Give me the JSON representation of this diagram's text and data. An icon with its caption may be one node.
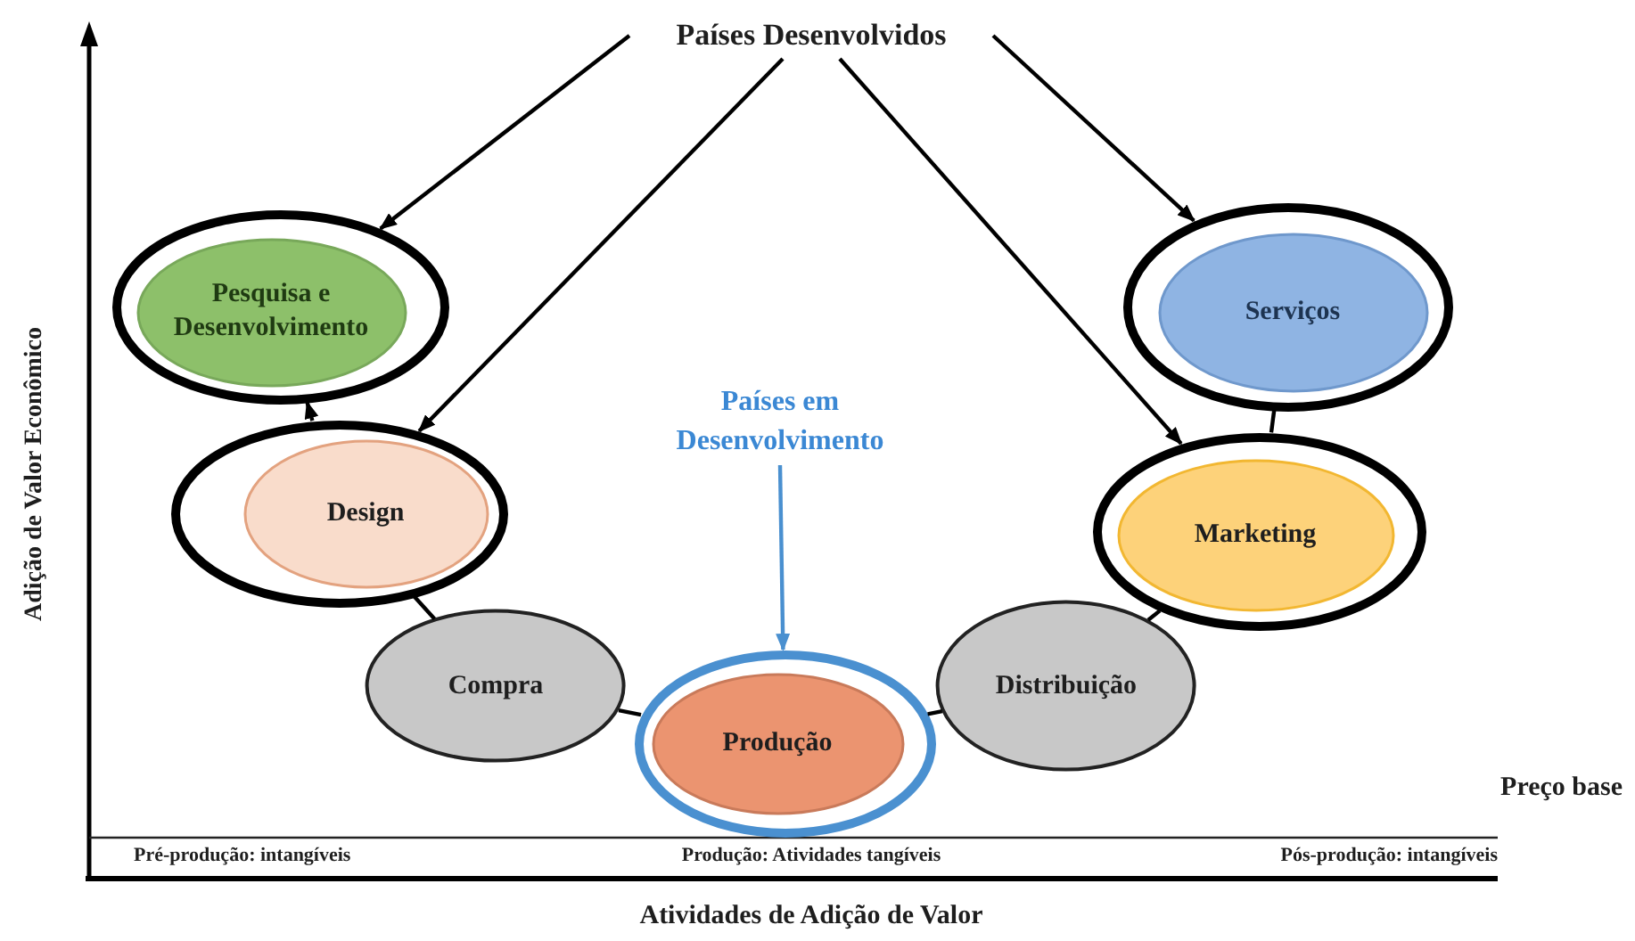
{
  "diagram": {
    "nodes": [
      {
        "text": [
          "Países Desenvolvidos"
        ]
      },
      {
        "text": [
          "Pesquisa e Desenvolvimento"
        ]
      },
      {
        "text": [
          "Design"
        ]
      },
      {
        "text": [
          "Compra"
        ]
      },
      {
        "text": [
          "Produção"
        ]
      },
      {
        "text": [
          "Distribuição"
        ]
      },
      {
        "text": [
          "Marketing"
        ]
      },
      {
        "text": [
          "Serviços"
        ]
      },
      {
        "text": [
          "Países em Desenvolvimento"
        ]
      }
    ],
    "edges": [
      {
        "from": 0,
        "to": 1,
        "arrow": "to"
      },
      {
        "from": 0,
        "to": 2,
        "arrow": "to"
      },
      {
        "from": 0,
        "to": 6,
        "arrow": "to"
      },
      {
        "from": 0,
        "to": 7,
        "arrow": "to"
      },
      {
        "from": 8,
        "to": 4,
        "arrow": "to",
        "color": "#4a90d0"
      },
      {
        "from": 2,
        "to": 1,
        "arrow": "to"
      },
      {
        "from": 2,
        "to": 3,
        "arrow": "none"
      },
      {
        "from": 3,
        "to": 4,
        "arrow": "none"
      },
      {
        "from": 4,
        "to": 5,
        "arrow": "none"
      },
      {
        "from": 5,
        "to": 6,
        "arrow": "none"
      },
      {
        "from": 6,
        "to": 7,
        "arrow": "none"
      }
    ],
    "labels": [
      "Adição de Valor Econômico",
      "Atividades de Adição de Valor",
      "Preço base",
      "Pré-produção: intangíveis",
      "Produção: Atividades tangíveis",
      "Pós-produção: intangíveis"
    ]
  }
}
